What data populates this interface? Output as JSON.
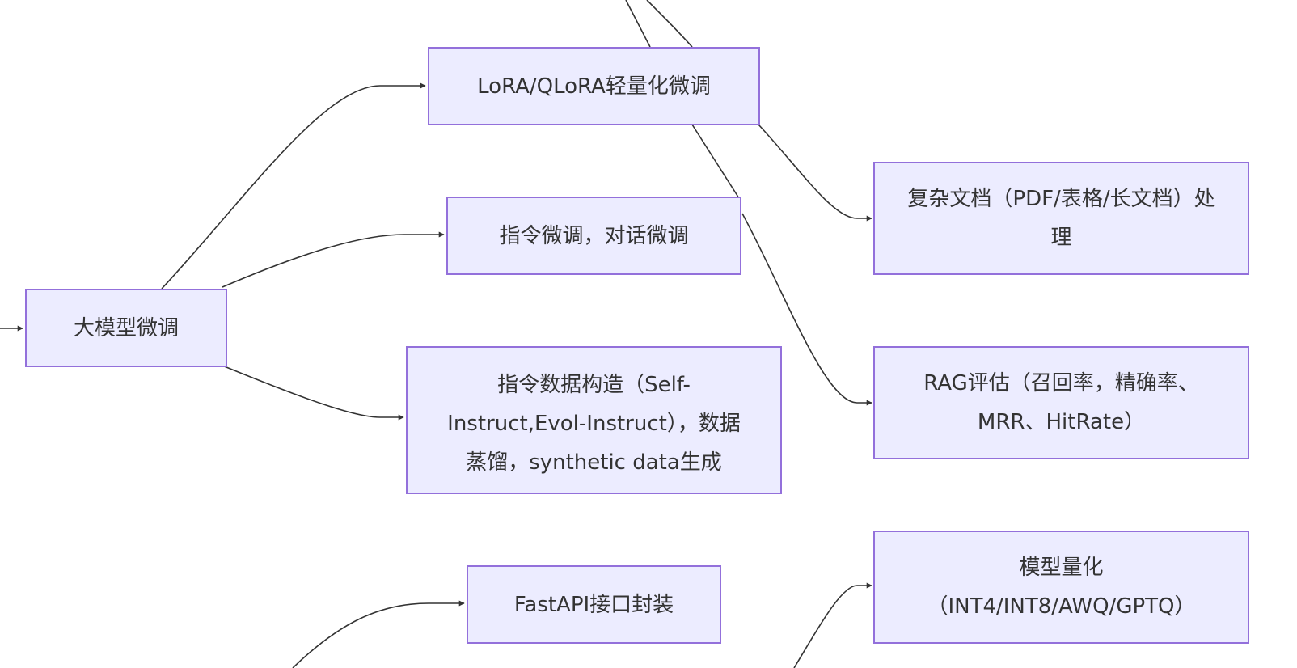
{
  "diagram": {
    "type": "flowchart",
    "direction": "LR",
    "colors": {
      "node_fill": "#ececff",
      "node_border": "#9370db",
      "text": "#333333",
      "edge": "#333333",
      "background": "#ffffff"
    },
    "nodes": [
      {
        "id": "finetune",
        "label": "大模型微调"
      },
      {
        "id": "lora",
        "label": "LoRA/QLoRA轻量化微调"
      },
      {
        "id": "instruct",
        "label": "指令微调，对话微调"
      },
      {
        "id": "data",
        "label": "指令数据构造（Self-Instruct,Evol-Instruct），数据蒸馏，synthetic data生成"
      },
      {
        "id": "fastapi",
        "label": "FastAPI接口封装"
      },
      {
        "id": "docs",
        "label": "复杂文档（PDF/表格/长文档）处理"
      },
      {
        "id": "rag_eval",
        "label": "RAG评估（召回率，精确率、MRR、HitRate）"
      },
      {
        "id": "quant",
        "label": "模型量化（INT4/INT8/AWQ/GPTQ）"
      }
    ],
    "edges": [
      {
        "from": "(offscreen-left)",
        "to": "finetune"
      },
      {
        "from": "finetune",
        "to": "lora"
      },
      {
        "from": "finetune",
        "to": "instruct"
      },
      {
        "from": "finetune",
        "to": "data"
      },
      {
        "from": "(offscreen-top)",
        "to": "docs"
      },
      {
        "from": "(offscreen-top)",
        "to": "rag_eval"
      },
      {
        "from": "(offscreen-bottom)",
        "to": "fastapi"
      },
      {
        "from": "(offscreen-bottom)",
        "to": "quant"
      }
    ]
  }
}
